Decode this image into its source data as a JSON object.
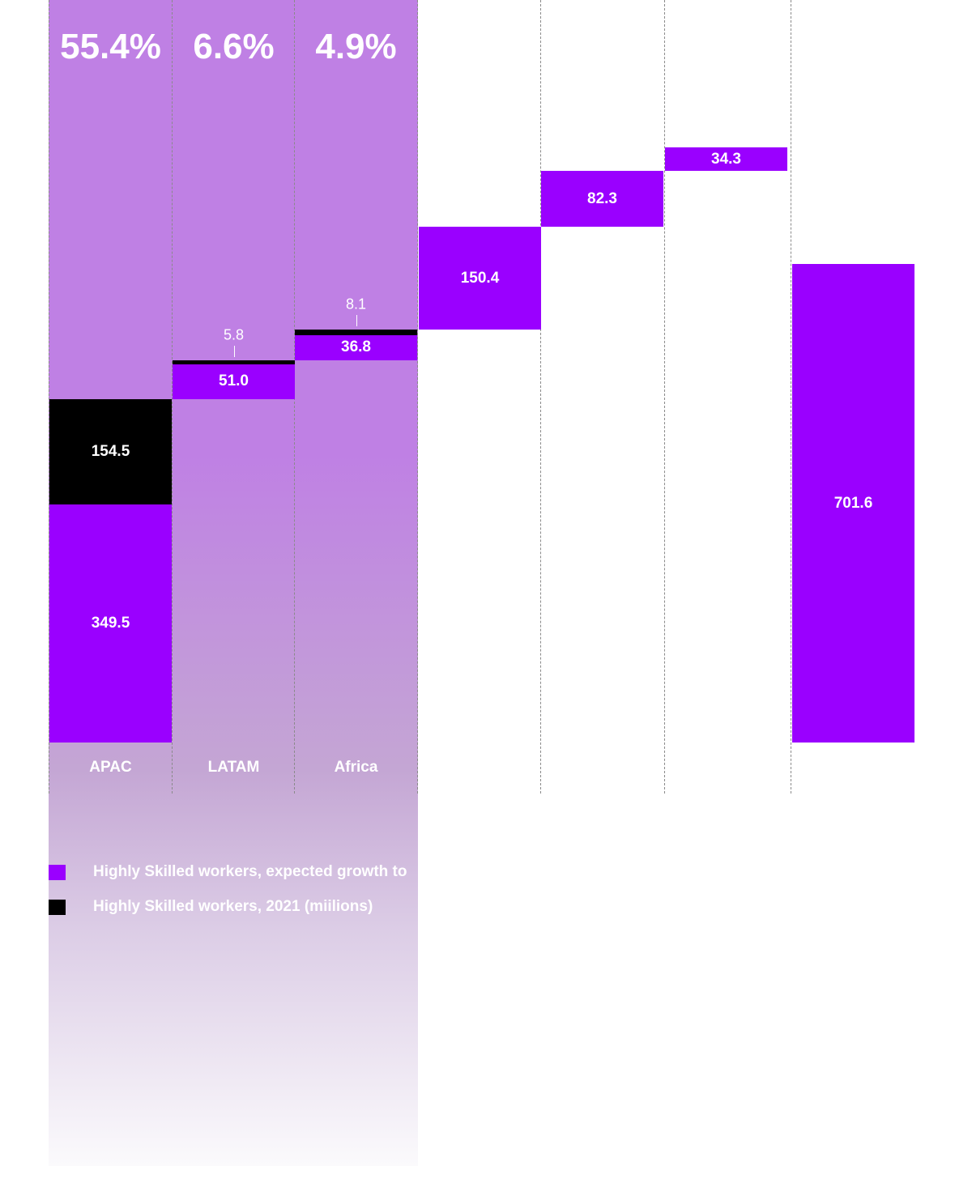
{
  "colors": {
    "growth": "#9a00ff",
    "baseline": "#000000",
    "highlight_panel": "#bf80e4",
    "label": "#ffffff"
  },
  "chart_data": {
    "type": "bar",
    "subtype": "waterfall",
    "unit": "millions",
    "categories": [
      "APAC",
      "LATAM",
      "Africa",
      "",
      "",
      "",
      ""
    ],
    "series": [
      {
        "name": "Highly Skilled workers, expected growth to",
        "values": [
          349.5,
          51.0,
          36.8,
          150.4,
          82.3,
          34.3,
          701.6
        ],
        "labels": [
          "349.5",
          "51.0",
          "36.8",
          "150.4",
          "82.3",
          "34.3",
          "701.6"
        ]
      },
      {
        "name": "Highly Skilled workers, 2021 (miilions)",
        "values": [
          154.5,
          5.8,
          8.1,
          null,
          null,
          null,
          null
        ],
        "labels": [
          "154.5",
          "5.8",
          "8.1",
          "",
          "",
          "",
          ""
        ]
      }
    ],
    "growth_share_labels": [
      "55.4%",
      "6.6%",
      "4.9%"
    ],
    "legend_position": "bottom-left",
    "grid": "vertical dashed separators"
  }
}
